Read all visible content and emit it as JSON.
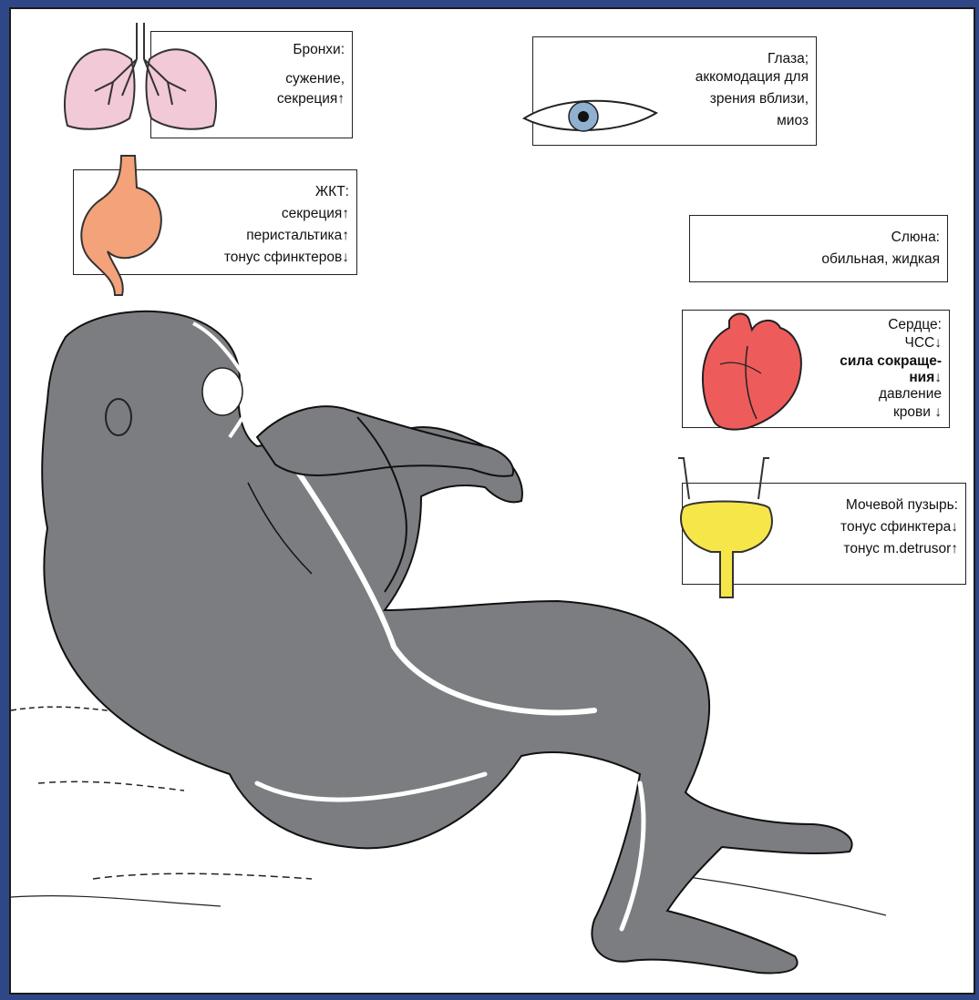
{
  "colors": {
    "slide_background": "#2f4787",
    "panel_background": "#ffffff",
    "figure_fill": "#7b7d80",
    "lungs_fill": "#f2c9d6",
    "stomach_fill": "#f4a27a",
    "eye_iris": "#8fb0cf",
    "heart_fill": "#ee5b5b",
    "bladder_fill": "#f7e64a"
  },
  "labels": {
    "bronchi": {
      "title": "Бронхи:",
      "line1": "сужение,",
      "line2": "секреция↑"
    },
    "gi": {
      "title": "ЖКТ:",
      "line1": "секреция↑",
      "line2": "перистальтика↑",
      "line3": "тонус сфинктеров↓"
    },
    "eyes": {
      "title": "Глаза;",
      "line1": "аккомодация для",
      "line2": "зрения вблизи,",
      "line3": "миоз"
    },
    "saliva": {
      "title": "Слюна:",
      "line1": "обильная, жидкая"
    },
    "heart": {
      "title": "Сердце:",
      "line1": "ЧСС↓",
      "line2": "сила сокраще-",
      "line3": "ния↓",
      "line4": "давление",
      "line5": "крови ↓"
    },
    "bladder": {
      "title": "Мочевой пузырь:",
      "line1": "тонус сфинктера↓",
      "line2": "тонус m.detrusor↑"
    }
  },
  "icons": [
    "lungs-icon",
    "stomach-icon",
    "eye-icon",
    "heart-icon",
    "bladder-icon"
  ]
}
